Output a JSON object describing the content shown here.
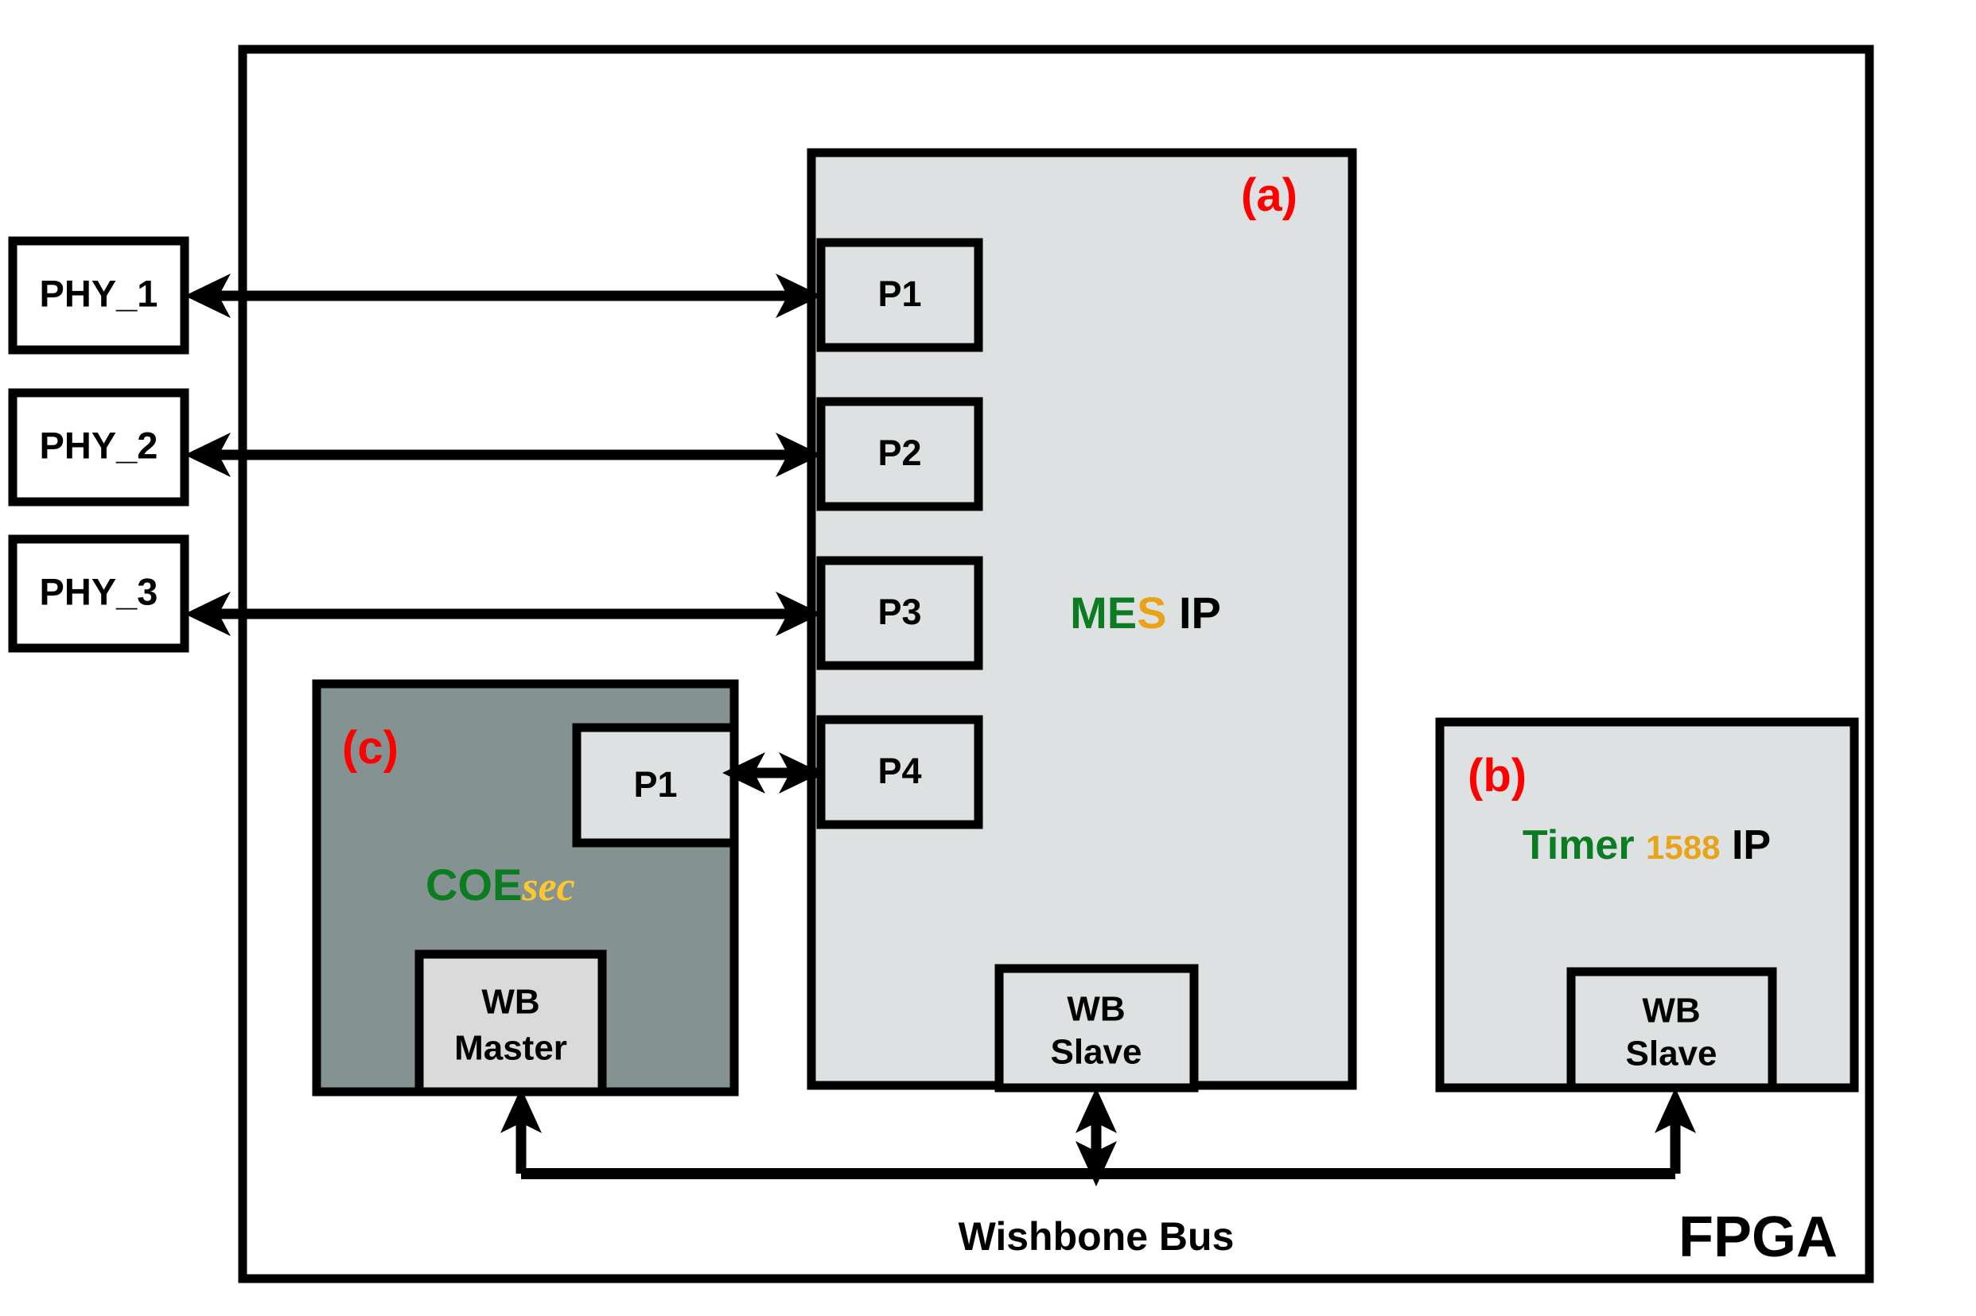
{
  "diagram": {
    "title_label": "FPGA",
    "bus_label": "Wishbone Bus",
    "markers": {
      "a": "(a)",
      "b": "(b)",
      "c": "(c)"
    },
    "colors": {
      "ip_fill": "#dee1e2",
      "coesec_fill": "#859292",
      "stroke": "#000000",
      "marker_red": "#ff0000",
      "brand_green": "#0b7c22",
      "brand_orange": "#e8a317",
      "sec_yellow": "#fdc82f",
      "background": "#ffffff"
    }
  },
  "phy": {
    "items": [
      {
        "label": "PHY_1"
      },
      {
        "label": "PHY_2"
      },
      {
        "label": "PHY_3"
      }
    ]
  },
  "mes_ip": {
    "name_parts": {
      "prefix": "ME",
      "accent": "S",
      "suffix": " IP"
    },
    "ports": [
      {
        "label": "P1"
      },
      {
        "label": "P2"
      },
      {
        "label": "P3"
      },
      {
        "label": "P4"
      }
    ],
    "wb": {
      "line1": "WB",
      "line2": "Slave"
    }
  },
  "timer_ip": {
    "name_parts": {
      "prefix": "Timer",
      "accent": "1588",
      "suffix": "IP"
    },
    "wb": {
      "line1": "WB",
      "line2": "Slave"
    }
  },
  "coesec": {
    "name_parts": {
      "prefix": "COE",
      "accent": "sec"
    },
    "port": {
      "label": "P1"
    },
    "wb": {
      "line1": "WB",
      "line2": "Master"
    }
  }
}
